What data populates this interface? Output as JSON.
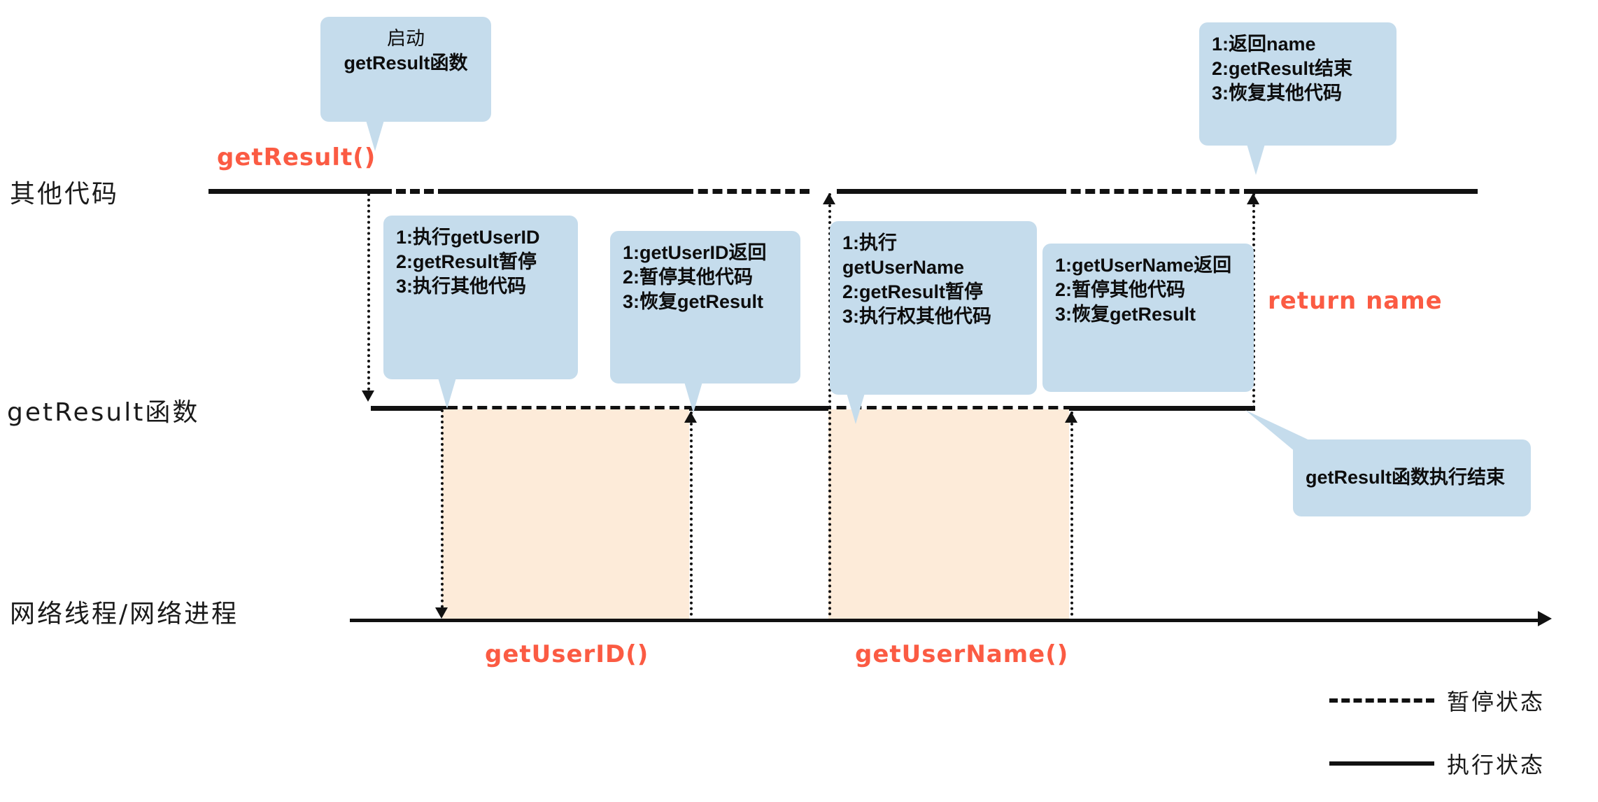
{
  "diagram": {
    "title": "getResult async execution timeline",
    "colors": {
      "bubble_bg": "#c5dcec",
      "work_block": "#fdebd9",
      "accent_red": "#fb5b43",
      "line": "#111111"
    }
  },
  "lanes": [
    {
      "id": "other-code",
      "label": "其他代码"
    },
    {
      "id": "get-result",
      "label": "getResult函数"
    },
    {
      "id": "network",
      "label": "网络线程/网络进程"
    }
  ],
  "red_labels": {
    "get_result_call": "getResult()",
    "return_name": "return name",
    "get_user_id": "getUserID()",
    "get_user_name": "getUserName()"
  },
  "callouts": [
    {
      "id": "start",
      "lines": [
        "启动",
        "getResult函数"
      ]
    },
    {
      "id": "step1",
      "lines": [
        "1:执行getUserID",
        "2:getResult暂停",
        "3:执行其他代码"
      ]
    },
    {
      "id": "step2",
      "lines": [
        "1:getUserID返回",
        "2:暂停其他代码",
        "3:恢复getResult"
      ]
    },
    {
      "id": "step3",
      "lines": [
        "1:执行",
        "getUserName",
        "2:getResult暂停",
        "3:执行权其他代码"
      ]
    },
    {
      "id": "step4",
      "lines": [
        "1:getUserName返回",
        "2:暂停其他代码",
        "3:恢复getResult"
      ]
    },
    {
      "id": "finish-top",
      "lines": [
        "1:返回name",
        "2:getResult结束",
        "3:恢复其他代码"
      ]
    },
    {
      "id": "finish-bottom",
      "lines": [
        "getResult函数执行结束"
      ]
    }
  ],
  "legend": [
    {
      "id": "paused",
      "style": "dashed",
      "label": "暂停状态"
    },
    {
      "id": "running",
      "style": "solid",
      "label": "执行状态"
    }
  ]
}
